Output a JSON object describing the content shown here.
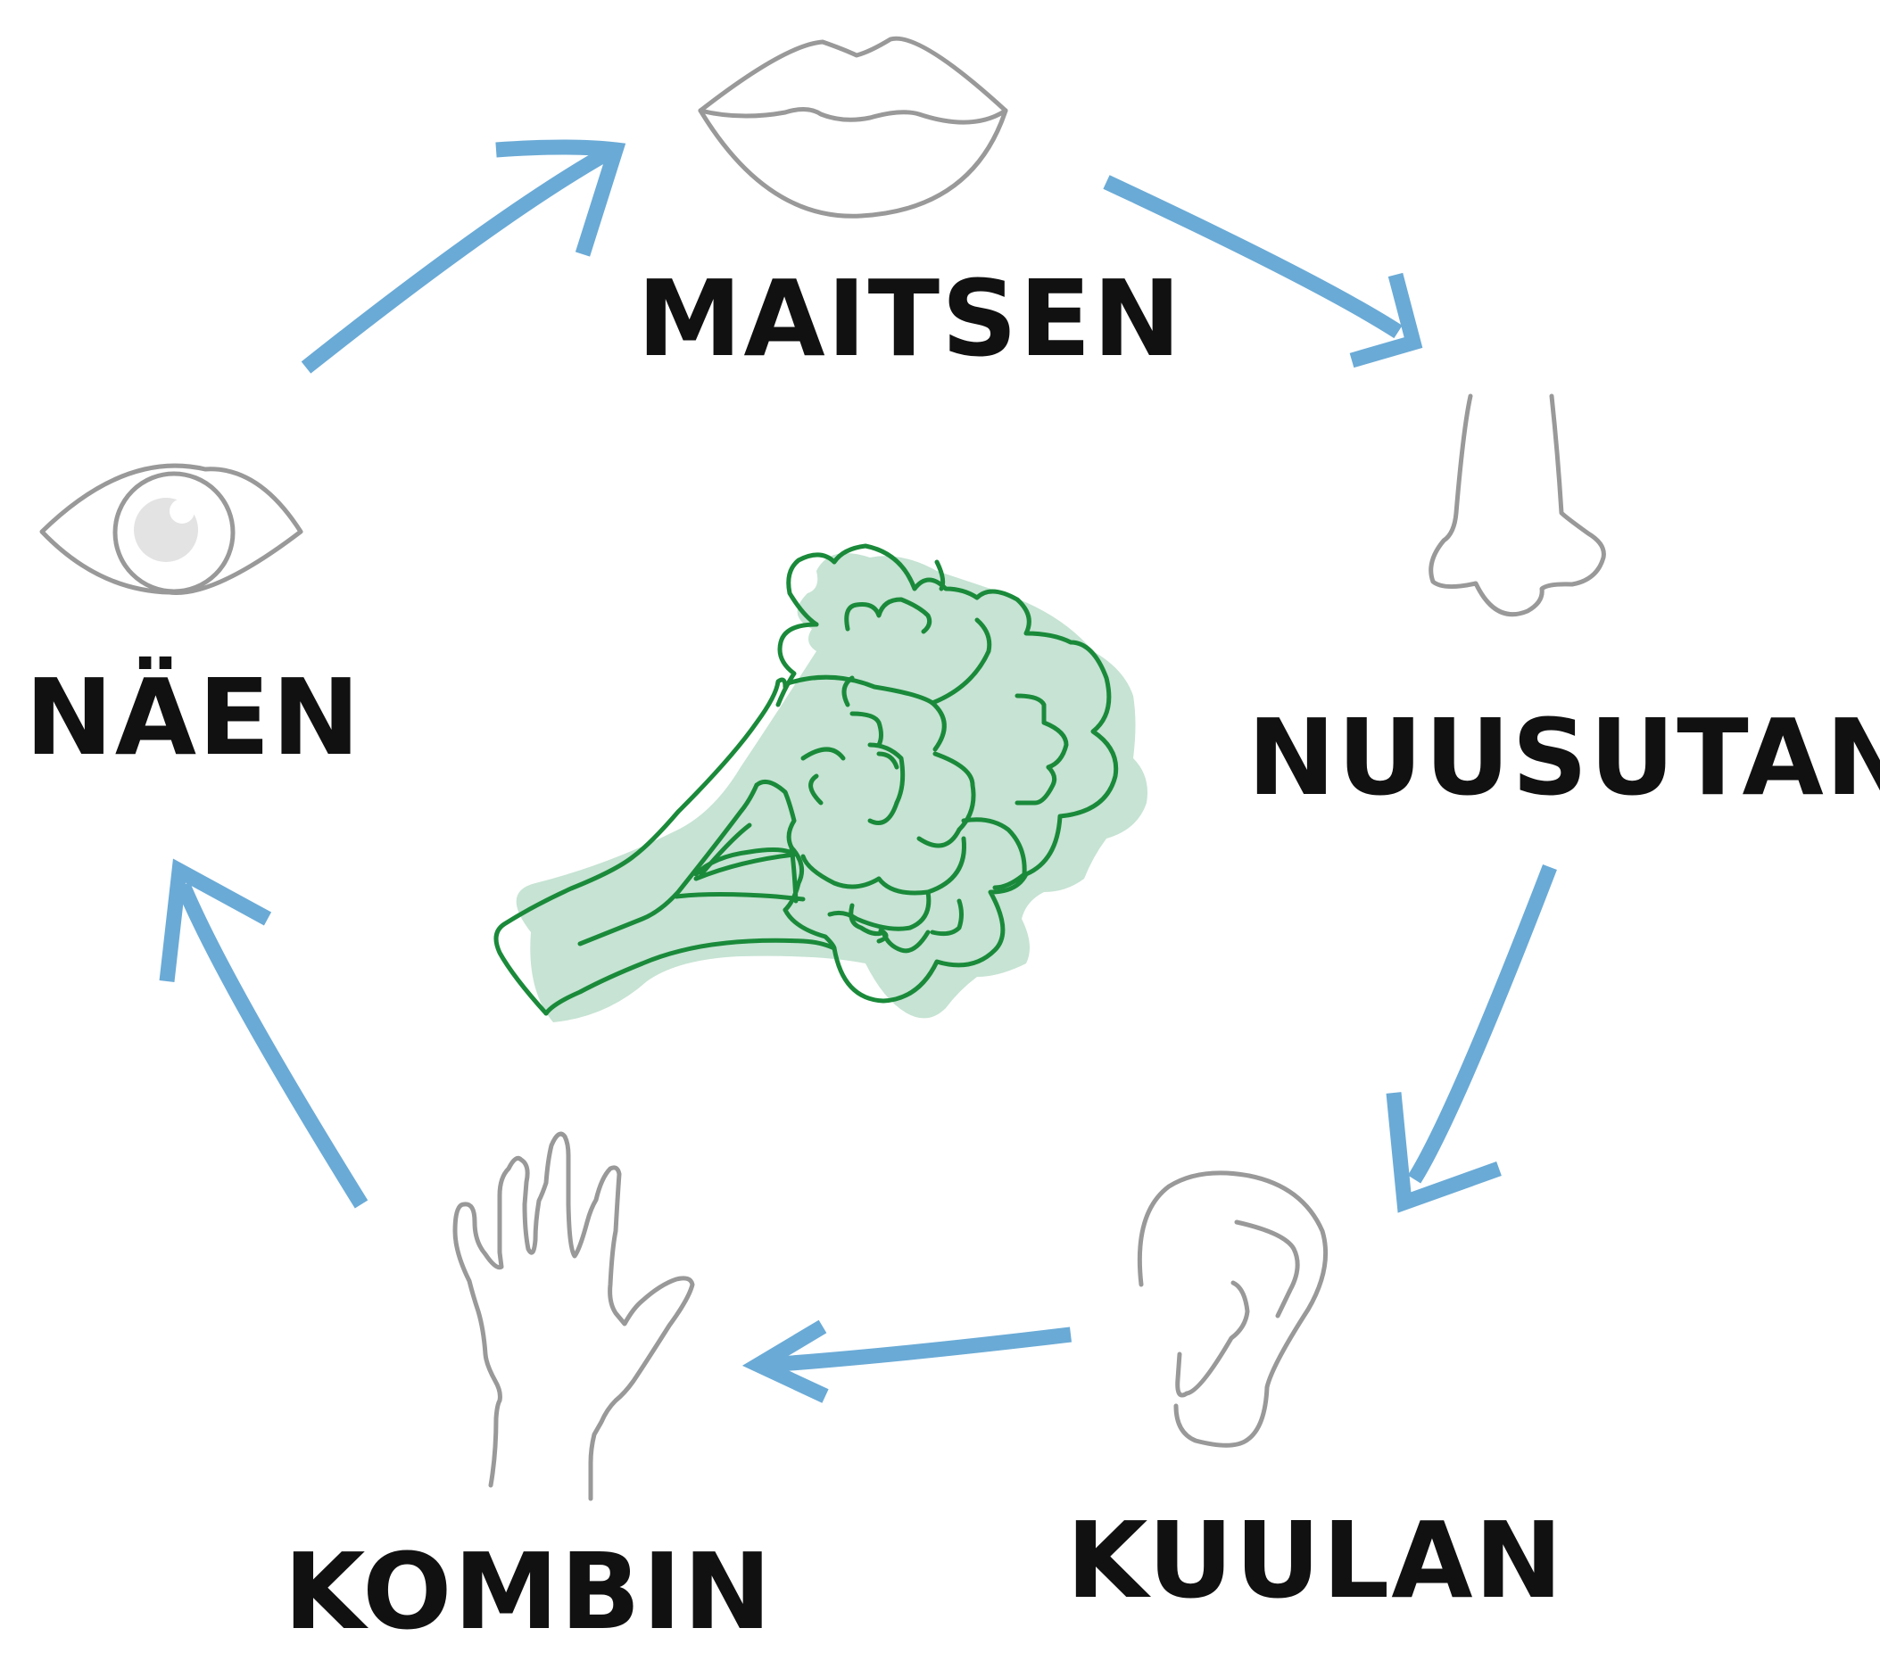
{
  "labels": {
    "taste": "MAITSEN",
    "smell": "NUUSUTAN",
    "hear": "KUULAN",
    "touch": "KOMBIN",
    "see": "NÄEN"
  },
  "icons": {
    "taste": "lips-icon",
    "smell": "nose-icon",
    "hear": "ear-icon",
    "touch": "hand-icon",
    "see": "eye-icon",
    "center": "broccoli-icon"
  },
  "colors": {
    "arrow": "#6aaad6",
    "icon_stroke": "#999999",
    "broccoli_stroke": "#1a8a3a",
    "broccoli_fill": "#c6e3d3",
    "text": "#111111"
  }
}
